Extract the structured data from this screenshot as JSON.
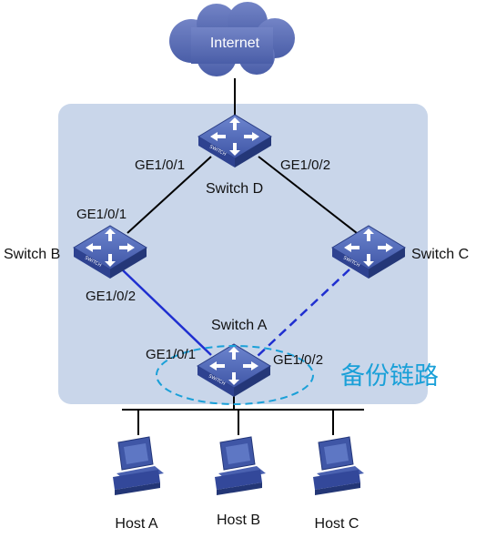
{
  "cloud": {
    "label": "Internet"
  },
  "switches": {
    "d": {
      "name": "Switch D",
      "port_left": "GE1/0/1",
      "port_right": "GE1/0/2"
    },
    "b": {
      "name": "Switch B",
      "port_top": "GE1/0/1",
      "port_bottom": "GE1/0/2"
    },
    "c": {
      "name": "Switch C"
    },
    "a": {
      "name": "Switch A",
      "port_left": "GE1/0/1",
      "port_right": "GE1/0/2"
    }
  },
  "backup_link_label": "备份链路",
  "hosts": [
    {
      "name": "Host A"
    },
    {
      "name": "Host B"
    },
    {
      "name": "Host C"
    }
  ],
  "colors": {
    "region_fill": "#c9d6ea",
    "cloud": "#5b6fb4",
    "switch": "#4058a6",
    "primary_link": "#1f2fd0",
    "backup_link": "#1f2fd0",
    "ring_link": "#000000",
    "backup_annotation": "#1aa0d8"
  }
}
